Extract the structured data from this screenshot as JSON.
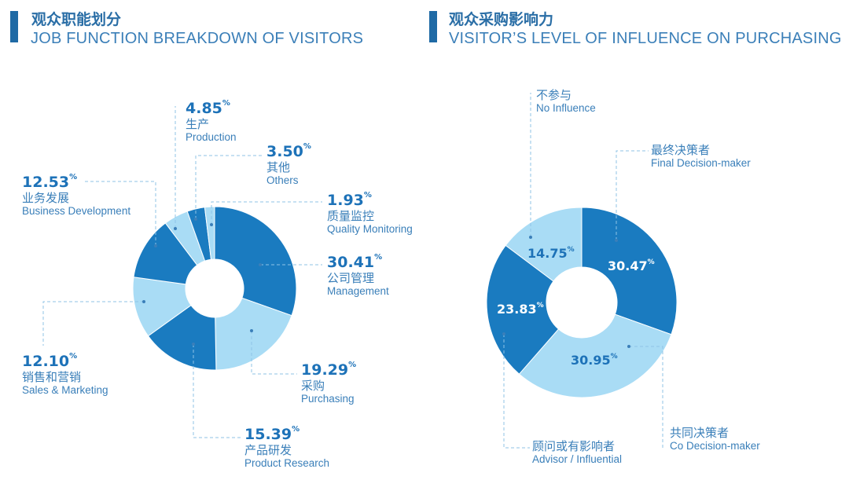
{
  "left": {
    "title_cn": "观众职能划分",
    "title_en": "JOB FUNCTION BREAKDOWN OF VISITORS",
    "labels": [
      {
        "pct": "30.41",
        "cn": "公司管理",
        "en": "Management"
      },
      {
        "pct": "19.29",
        "cn": "采购",
        "en": "Purchasing"
      },
      {
        "pct": "15.39",
        "cn": "产品研发",
        "en": "Product Research"
      },
      {
        "pct": "12.10",
        "cn": "销售和营销",
        "en": "Sales & Marketing"
      },
      {
        "pct": "12.53",
        "cn": "业务发展",
        "en": "Business Development"
      },
      {
        "pct": "4.85",
        "cn": "生产",
        "en": "Production"
      },
      {
        "pct": "3.50",
        "cn": "其他",
        "en": "Others"
      },
      {
        "pct": "1.93",
        "cn": "质量监控",
        "en": "Quality Monitoring"
      }
    ]
  },
  "right": {
    "title_cn": "观众采购影响力",
    "title_en": "VISITOR’S LEVEL OF INFLUENCE ON PURCHASING",
    "labels": [
      {
        "pct": "30.47",
        "cn": "最终决策者",
        "en": "Final Decision-maker"
      },
      {
        "pct": "30.95",
        "cn": "共同决策者",
        "en": "Co Decision-maker"
      },
      {
        "pct": "23.83",
        "cn": "顾问或有影响者",
        "en": "Advisor / Influential"
      },
      {
        "pct": "14.75",
        "cn": "不参与",
        "en": "No Influence"
      }
    ]
  },
  "percent_sign": "%",
  "colors": {
    "dark": "#1a7bc0",
    "light": "#a9dcf5",
    "title_bar": "#1f6aa5",
    "text": "#3a7fb9"
  },
  "chart_data": [
    {
      "type": "pie",
      "title": "观众职能划分 JOB FUNCTION BREAKDOWN OF VISITORS",
      "categories": [
        "Management",
        "Purchasing",
        "Product Research",
        "Sales & Marketing",
        "Business Development",
        "Production",
        "Others",
        "Quality Monitoring"
      ],
      "values": [
        30.41,
        19.29,
        15.39,
        12.1,
        12.53,
        4.85,
        3.5,
        1.93
      ]
    },
    {
      "type": "pie",
      "title": "观众采购影响力 VISITOR’S LEVEL OF INFLUENCE ON PURCHASING",
      "categories": [
        "Final Decision-maker",
        "Co Decision-maker",
        "Advisor / Influential",
        "No Influence"
      ],
      "values": [
        30.47,
        30.95,
        23.83,
        14.75
      ]
    }
  ]
}
